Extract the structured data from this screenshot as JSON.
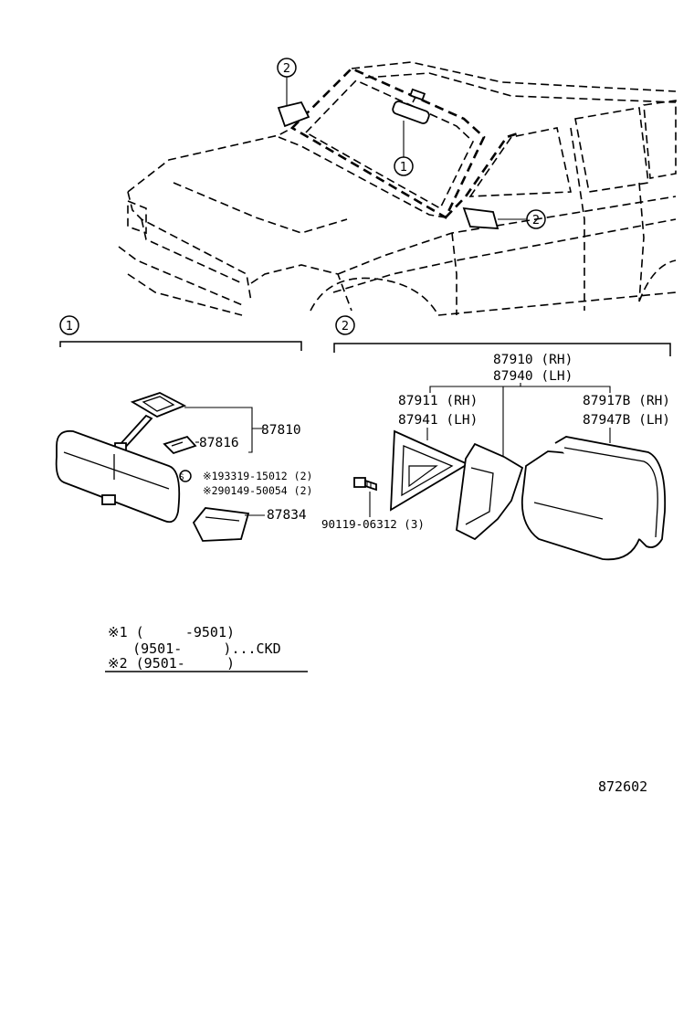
{
  "callouts": {
    "c1": "1",
    "c2": "2"
  },
  "sections": {
    "s1": {
      "label": "1"
    },
    "s2": {
      "label": "2"
    }
  },
  "parts_left": {
    "p87810": "87810",
    "p87816": "87816",
    "screw1": "※193319-15012 (2)",
    "screw2": "※290149-50054 (2)",
    "screw_symbol": "S",
    "p87834": "87834"
  },
  "parts_right": {
    "assy_rh": "87910 (RH)",
    "assy_lh": "87940 (LH)",
    "cover_rh": "87911 (RH)",
    "cover_lh": "87941 (LH)",
    "glass_rh": "87917B (RH)",
    "glass_lh": "87947B (LH)",
    "bolt": "90119-06312 (3)"
  },
  "notes": {
    "line1": "※1 (     -9501)",
    "line2": "   (9501-     )...CKD",
    "line3": "※2 (9501-     )"
  },
  "figure_number": "872602"
}
